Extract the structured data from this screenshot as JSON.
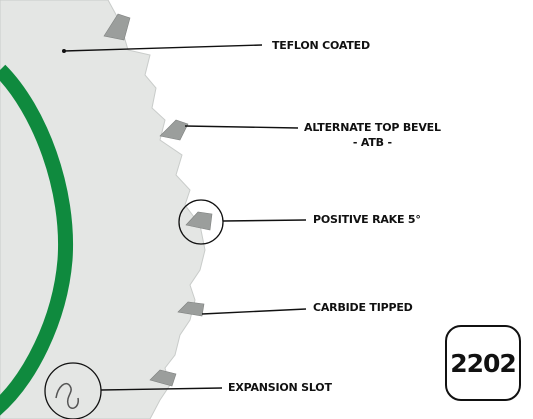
{
  "colors": {
    "blade": "#e4e6e4",
    "blade_edge": "#c9ccca",
    "ring": "#0f8a3e",
    "tooth": "#9b9e9c",
    "line": "#111111"
  },
  "callouts": [
    {
      "id": "teflon",
      "text": "TEFLON COATED"
    },
    {
      "id": "atb",
      "text": "ALTERNATE TOP BEVEL",
      "subtext": "- ATB -"
    },
    {
      "id": "rake",
      "text": "POSITIVE RAKE 5°"
    },
    {
      "id": "carbide",
      "text": "CARBIDE TIPPED"
    },
    {
      "id": "slot",
      "text": "EXPANSION SLOT"
    }
  ],
  "badge": {
    "text": "2202"
  }
}
